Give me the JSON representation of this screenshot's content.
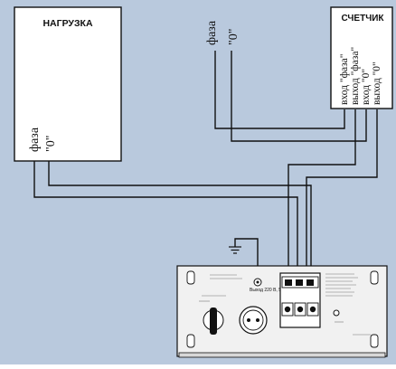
{
  "load_box": {
    "title": "НАГРУЗКА",
    "phase": "фаза",
    "zero": "\"0\""
  },
  "supply": {
    "phase": "фаза",
    "zero": "\"0\""
  },
  "meter_box": {
    "title": "СЧЕТЧИК",
    "terminals": [
      "вход \"фаза\"",
      "выход \"фаза\"",
      "вход \"0\"",
      "выход \"0\""
    ]
  },
  "device": {
    "caption": "Выход 220 В, 50 Гц"
  },
  "colors": {
    "background": "#b9c9dd",
    "line": "#111111",
    "device": "#f1f1f1",
    "box": "#ffffff"
  }
}
